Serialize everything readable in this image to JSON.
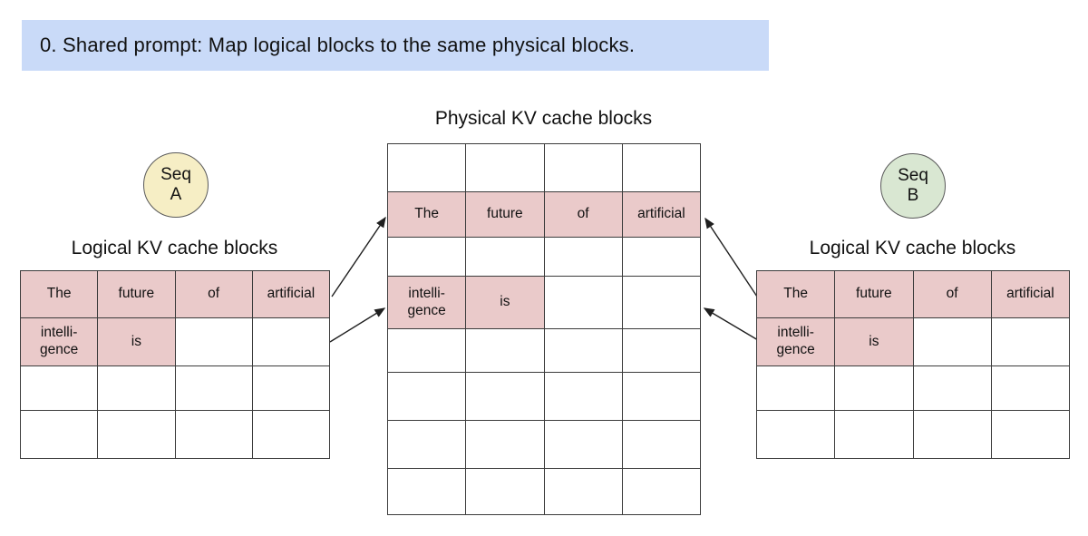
{
  "banner": {
    "text": "0. Shared prompt: Map logical blocks to the same physical blocks."
  },
  "seq_a": {
    "line1": "Seq",
    "line2": "A"
  },
  "seq_b": {
    "line1": "Seq",
    "line2": "B"
  },
  "logical_table": {
    "label": "Logical KV cache blocks",
    "columns": 4,
    "rows": [
      [
        {
          "text": "The",
          "filled": true
        },
        {
          "text": "future",
          "filled": true
        },
        {
          "text": "of",
          "filled": true
        },
        {
          "text": "artificial",
          "filled": true
        }
      ],
      [
        {
          "text": "intelli-\ngence",
          "filled": true
        },
        {
          "text": "is",
          "filled": true
        },
        {
          "text": "",
          "filled": false
        },
        {
          "text": "",
          "filled": false
        }
      ],
      [
        {
          "text": "",
          "filled": false
        },
        {
          "text": "",
          "filled": false
        },
        {
          "text": "",
          "filled": false
        },
        {
          "text": "",
          "filled": false
        }
      ],
      [
        {
          "text": "",
          "filled": false
        },
        {
          "text": "",
          "filled": false
        },
        {
          "text": "",
          "filled": false
        },
        {
          "text": "",
          "filled": false
        }
      ]
    ]
  },
  "physical_table": {
    "label": "Physical KV cache blocks",
    "columns": 4,
    "rows": [
      [
        {
          "text": "",
          "filled": false
        },
        {
          "text": "",
          "filled": false
        },
        {
          "text": "",
          "filled": false
        },
        {
          "text": "",
          "filled": false
        }
      ],
      [
        {
          "text": "The",
          "filled": true
        },
        {
          "text": "future",
          "filled": true
        },
        {
          "text": "of",
          "filled": true
        },
        {
          "text": "artificial",
          "filled": true
        }
      ],
      [
        {
          "text": "",
          "filled": false
        },
        {
          "text": "",
          "filled": false
        },
        {
          "text": "",
          "filled": false
        },
        {
          "text": "",
          "filled": false
        }
      ],
      [
        {
          "text": "intelli-\ngence",
          "filled": true
        },
        {
          "text": "is",
          "filled": true
        },
        {
          "text": "",
          "filled": false
        },
        {
          "text": "",
          "filled": false
        }
      ],
      [
        {
          "text": "",
          "filled": false
        },
        {
          "text": "",
          "filled": false
        },
        {
          "text": "",
          "filled": false
        },
        {
          "text": "",
          "filled": false
        }
      ],
      [
        {
          "text": "",
          "filled": false
        },
        {
          "text": "",
          "filled": false
        },
        {
          "text": "",
          "filled": false
        },
        {
          "text": "",
          "filled": false
        }
      ],
      [
        {
          "text": "",
          "filled": false
        },
        {
          "text": "",
          "filled": false
        },
        {
          "text": "",
          "filled": false
        },
        {
          "text": "",
          "filled": false
        }
      ],
      [
        {
          "text": "",
          "filled": false
        },
        {
          "text": "",
          "filled": false
        },
        {
          "text": "",
          "filled": false
        },
        {
          "text": "",
          "filled": false
        }
      ]
    ]
  },
  "arrows": [
    {
      "from": "seq-a-logical-block-row-1",
      "to": "physical-block-row-2"
    },
    {
      "from": "seq-a-logical-block-row-2",
      "to": "physical-block-row-4"
    },
    {
      "from": "seq-b-logical-block-row-1",
      "to": "physical-block-row-2"
    },
    {
      "from": "seq-b-logical-block-row-2",
      "to": "physical-block-row-4"
    }
  ],
  "colors": {
    "banner_bg": "#c9daf8",
    "cell_fill": "#eacaca",
    "grid_line": "#3b3b3b",
    "seq_a_bg": "#f6eec5",
    "seq_b_bg": "#d9e7d2"
  }
}
